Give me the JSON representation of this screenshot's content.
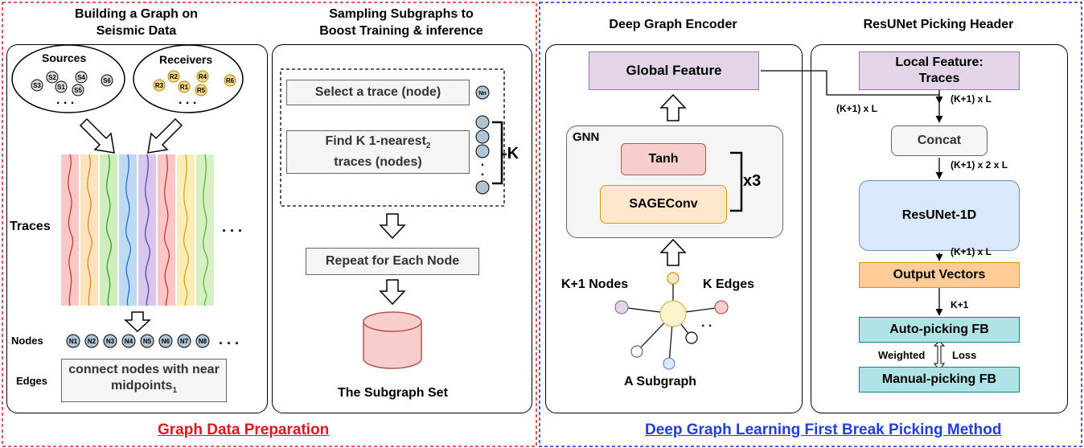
{
  "left": {
    "title1": "Building a Graph on",
    "title2": "Seismic Data",
    "title3": "Sampling Subgraphs to",
    "title4": "Boost Training & inference",
    "sources": "Sources",
    "receivers": "Receivers",
    "source_nodes": [
      "S1",
      "S2",
      "S3",
      "S4",
      "S5",
      "S6"
    ],
    "receiver_nodes": [
      "R1",
      "R2",
      "R3",
      "R4",
      "R5",
      "R6"
    ],
    "dots": ". . .",
    "traces": "Traces",
    "nodes_label": "Nodes",
    "nodes": [
      "N1",
      "N2",
      "N3",
      "N4",
      "N5",
      "N6",
      "N7",
      "N8"
    ],
    "edges_label": "Edges",
    "edges_text": "connect nodes with near midpoints",
    "edges_sub": "1",
    "select": "Select a trace (node)",
    "nn": "Nn",
    "find1": "Find K 1-nearest",
    "find_sub": "2",
    "find2": "traces (nodes)",
    "k": "-K",
    "repeat": "Repeat for Each Node",
    "subgraph_set": "The Subgraph Set",
    "section": "Graph Data Preparation"
  },
  "right": {
    "title1": "Deep Graph Encoder",
    "title2": "ResUNet Picking Header",
    "global_feature": "Global Feature",
    "gnn": "GNN",
    "tanh": "Tanh",
    "sageconv": "SAGEConv",
    "x3": "x3",
    "k1_nodes": "K+1 Nodes",
    "k_edges": "K Edges",
    "a_subgraph": "A Subgraph",
    "local1": "Local Feature:",
    "local2": "Traces",
    "dim_a": "(K+1) x L",
    "dim_b": "(K+1) x L",
    "concat": "Concat",
    "dim_c": "(K+1) x 2 x L",
    "resunet": "ResUNet-1D",
    "dim_d": "(K+1) x L",
    "output": "Output Vectors",
    "dim_e": "K+1",
    "auto": "Auto-picking FB",
    "weighted": "Weighted",
    "loss": "Loss",
    "manual": "Manual-picking FB",
    "section": "Deep Graph Learning First Break Picking Method"
  },
  "colors": {
    "red_section": "#e0151b",
    "blue_section": "#1f3fd6",
    "purple": "#e1d5e7",
    "red_box": "#f8cecc",
    "orange_box": "#ffe6cc",
    "blue_box": "#dae8fc",
    "teal_box": "#b0e3e6",
    "node_fill": "#b0c4d4"
  }
}
